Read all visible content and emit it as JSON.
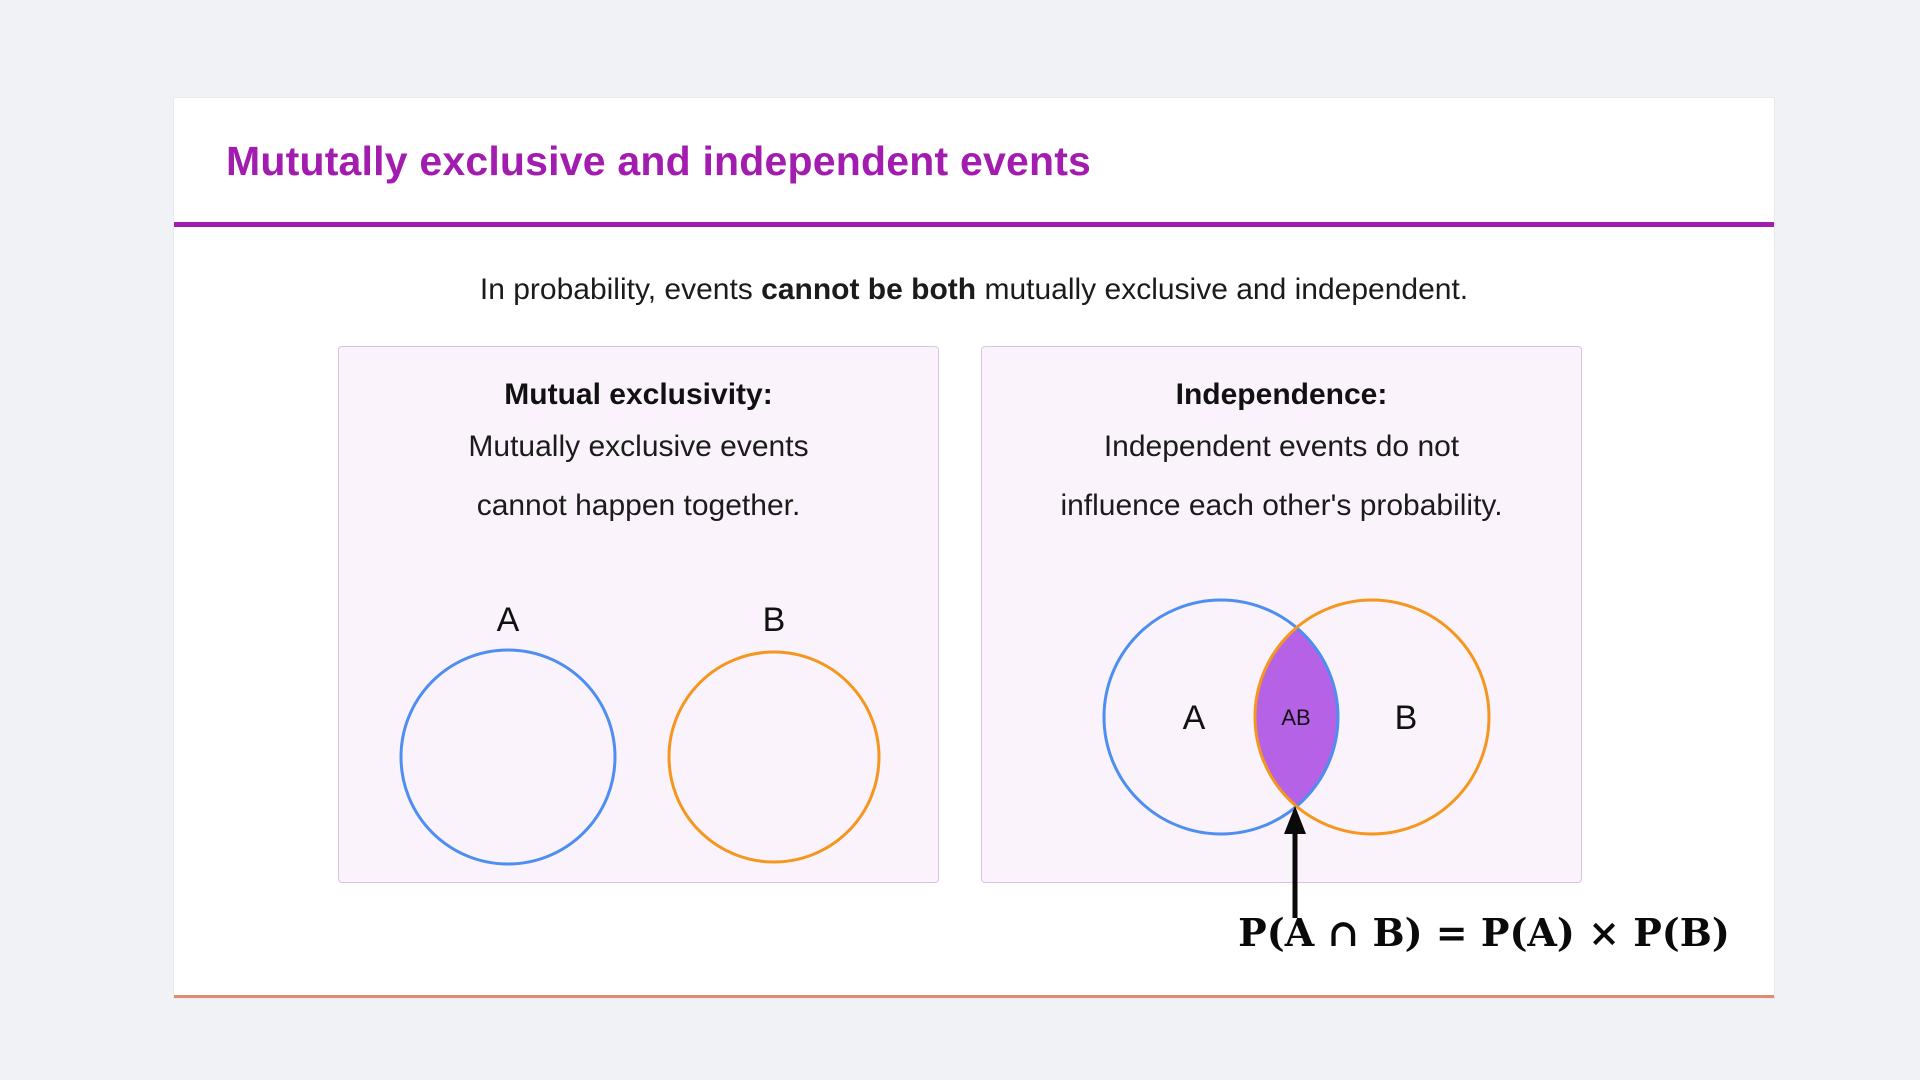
{
  "header": {
    "title": "Mututally exclusive and independent events"
  },
  "intro": {
    "pre": "In probability, events ",
    "bold": "cannot be both",
    "post": " mutually exclusive and independent."
  },
  "panels": {
    "mutual_exclusivity": {
      "heading": "Mutual exclusivity:",
      "line1": "Mutually exclusive events",
      "line2": "cannot happen together.",
      "label_a": "A",
      "label_b": "B"
    },
    "independence": {
      "heading": "Independence:",
      "line1": "Independent events do not",
      "line2": "influence each other's probability.",
      "label_a": "A",
      "label_ab": "AB",
      "label_b": "B"
    }
  },
  "formula": {
    "text": "P(A ∩ B) = P(A) × P(B)"
  },
  "colors": {
    "accent_purple": "#a21caf",
    "circle_blue": "#4e8ef1",
    "circle_orange": "#f5961f",
    "intersection_fill": "#b662e6",
    "panel_bg": "#faf3fb",
    "panel_border": "#ddc0e7",
    "bottom_rule": "#e08a73",
    "arrow_black": "#0a0a0a"
  }
}
